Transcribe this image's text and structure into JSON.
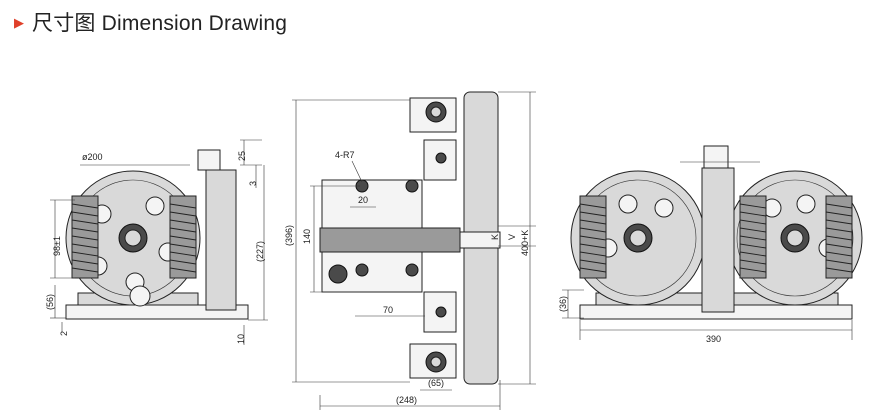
{
  "header": {
    "marker_icon": "triangle-right-icon",
    "marker_color": "#e0402a",
    "title": "尺寸图 Dimension Drawing"
  },
  "left_view": {
    "dims": {
      "dia": "ø200",
      "d25": "25",
      "d3": "3",
      "d98": "98±1",
      "d227": "(227)",
      "d56": "(56)",
      "d2": "2",
      "d10": "10"
    }
  },
  "center_view": {
    "dims": {
      "r7": "4-R7",
      "d20": "20",
      "d396": "(396)",
      "d140": "140",
      "d70": "70",
      "d65": "(65)",
      "d248": "(248)",
      "dk": "K",
      "dv": "V",
      "d400k": "400+K"
    }
  },
  "right_view": {
    "dims": {
      "d36": "(36)",
      "d390": "390"
    }
  }
}
